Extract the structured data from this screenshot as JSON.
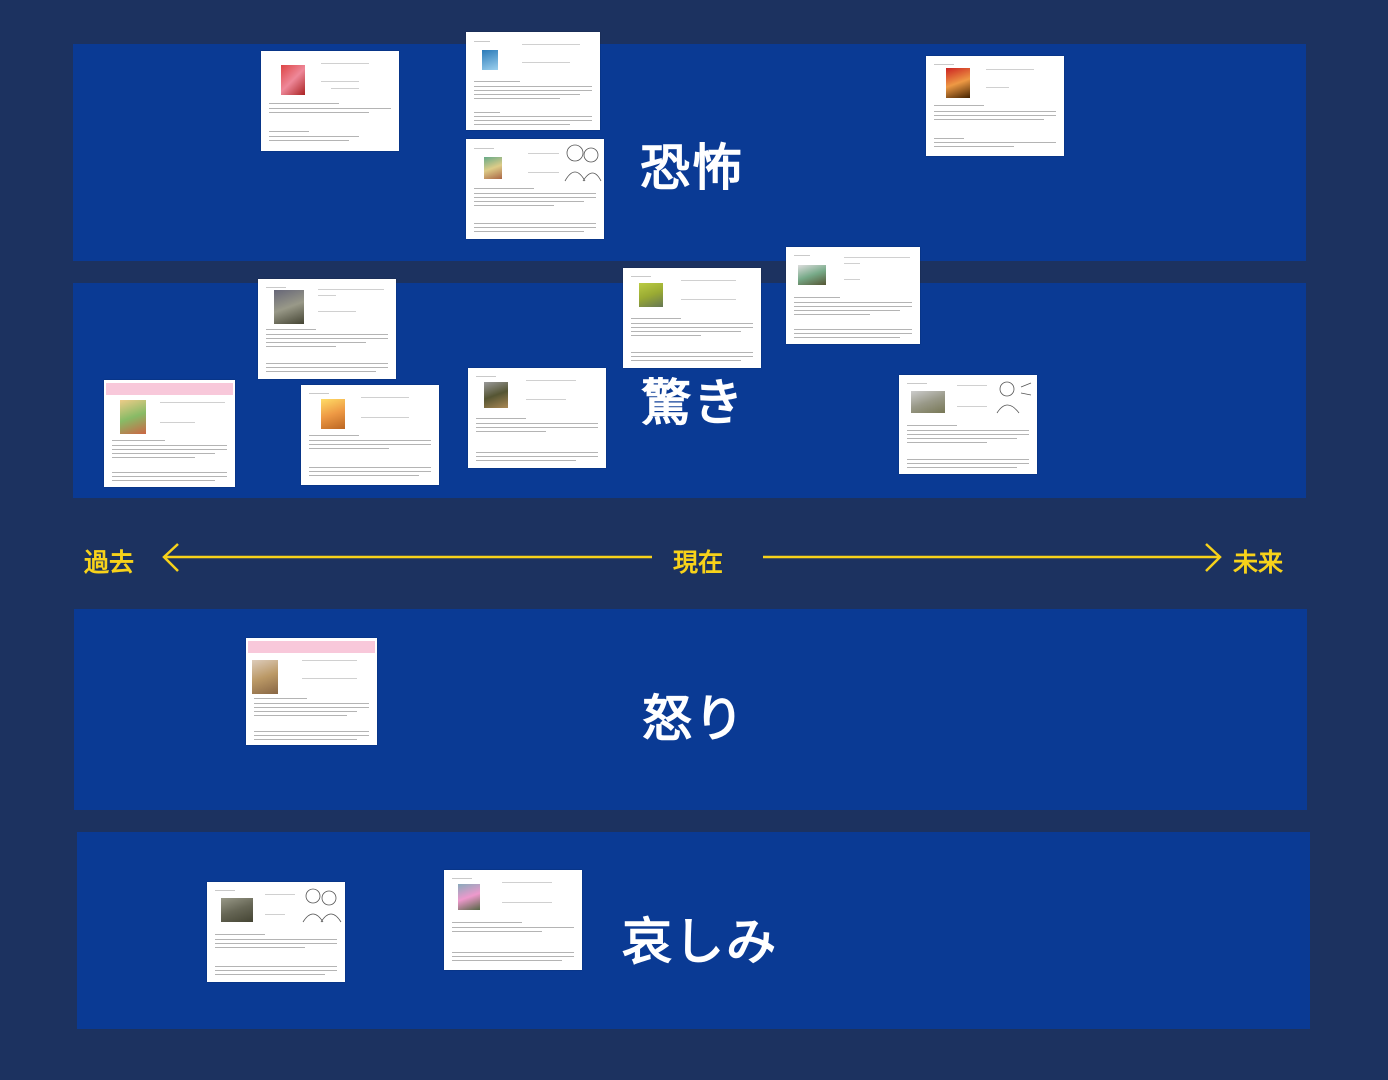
{
  "panels": {
    "fear": {
      "label": "恐怖"
    },
    "surprise": {
      "label": "驚き"
    },
    "anger": {
      "label": "怒り"
    },
    "sadness": {
      "label": "哀しみ"
    }
  },
  "timeline": {
    "past": "過去",
    "present": "現在",
    "future": "未来",
    "color": "#f7d21a"
  },
  "colors": {
    "background": "#1c3260",
    "panel": "#0a3a94",
    "card_header": "#f8c8da"
  }
}
